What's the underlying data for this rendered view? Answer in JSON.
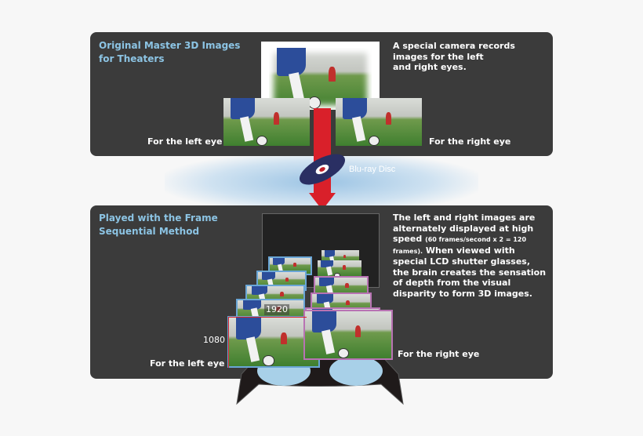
{
  "top_panel": {
    "title_line1": "Original Master 3D Images",
    "title_line2": "for Theaters",
    "description": [
      "A special camera records",
      "images for the left",
      "and right eyes."
    ],
    "left_label": "For the left eye",
    "right_label": "For the right eye"
  },
  "disc": {
    "label": "Blu-ray Disc"
  },
  "bottom_panel": {
    "title_line1": "Played with the Frame",
    "title_line2": "Sequential Method",
    "description": [
      "The left and right images are",
      "alternately displayed at high"
    ],
    "speed_word": "speed",
    "speed_note": "(60 frames/second x 2 = 120",
    "frames_note": "frames).",
    "description_rest": [
      " When viewed with",
      "special LCD shutter glasses,",
      "the brain creates the sensation",
      "of depth from the visual",
      "disparity to form 3D images."
    ],
    "width_label": "1920",
    "height_label": "1080",
    "left_label": "For the left eye",
    "right_label": "For the right eye"
  },
  "colors": {
    "panel": "#3b3b3b",
    "title": "#8cc4e4",
    "arrow": "#d9202a",
    "left_frame": "#6aa6d6",
    "right_frame": "#b873b3"
  }
}
